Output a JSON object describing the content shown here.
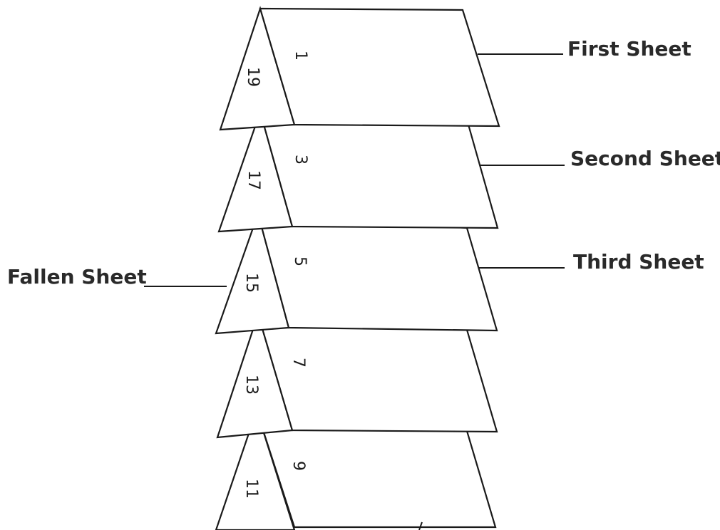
{
  "diagram": {
    "sheets": [
      {
        "front_page": "1",
        "back_page": "19"
      },
      {
        "front_page": "3",
        "back_page": "17"
      },
      {
        "front_page": "5",
        "back_page": "15"
      },
      {
        "front_page": "7",
        "back_page": "13"
      },
      {
        "front_page": "9",
        "back_page": "11"
      }
    ],
    "labels": {
      "first": "First Sheet",
      "second": "Second Sheet",
      "third": "Third Sheet",
      "fallen": "Fallen Sheet"
    }
  }
}
